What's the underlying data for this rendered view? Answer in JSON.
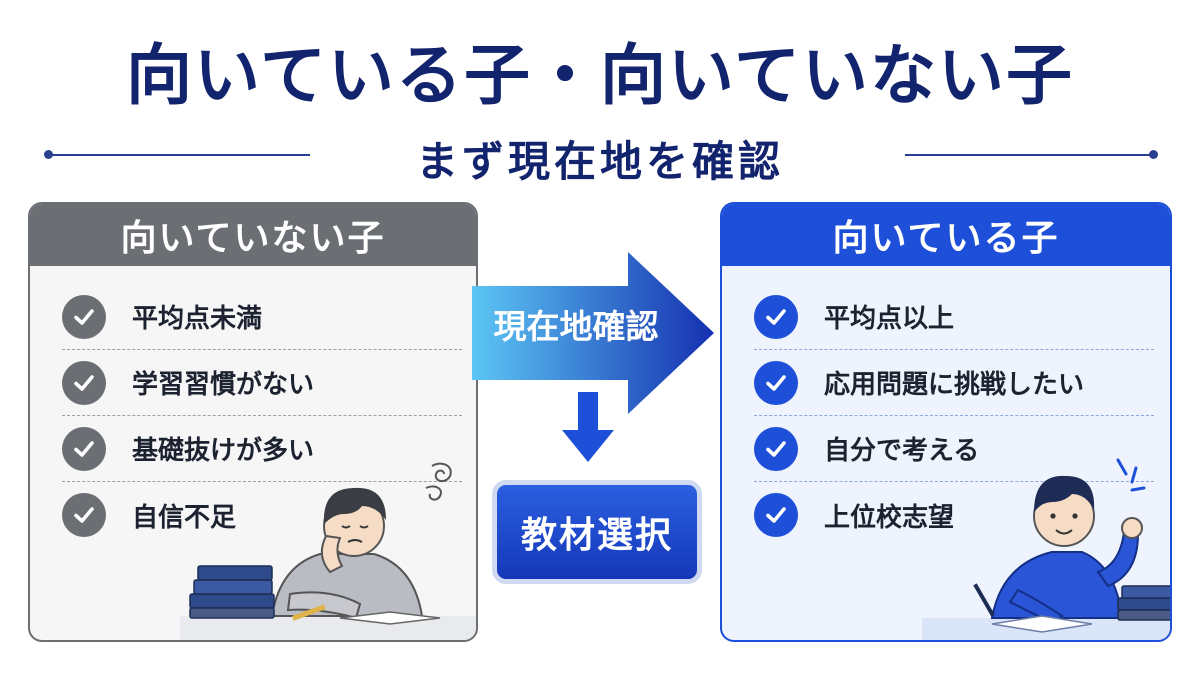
{
  "header": {
    "title": "向いている子・向いていない子",
    "subtitle": "まず現在地を確認"
  },
  "left_panel": {
    "heading": "向いていない子",
    "items": [
      {
        "label": "平均点未満",
        "icon": "check-icon"
      },
      {
        "label": "学習習慣がない",
        "icon": "check-icon"
      },
      {
        "label": "基礎抜けが多い",
        "icon": "check-icon"
      },
      {
        "label": "自信不足",
        "icon": "check-icon"
      }
    ]
  },
  "flow": {
    "arrow_label": "現在地確認",
    "result_label": "教材選択"
  },
  "right_panel": {
    "heading": "向いている子",
    "items": [
      {
        "label": "平均点以上",
        "icon": "check-icon"
      },
      {
        "label": "応用問題に挑戦したい",
        "icon": "check-icon"
      },
      {
        "label": "自分で考える",
        "icon": "check-icon"
      },
      {
        "label": "上位校志望",
        "icon": "check-icon"
      }
    ]
  },
  "colors": {
    "title": "#13246e",
    "gray": "#6b6e72",
    "blue": "#1d4fd8"
  }
}
